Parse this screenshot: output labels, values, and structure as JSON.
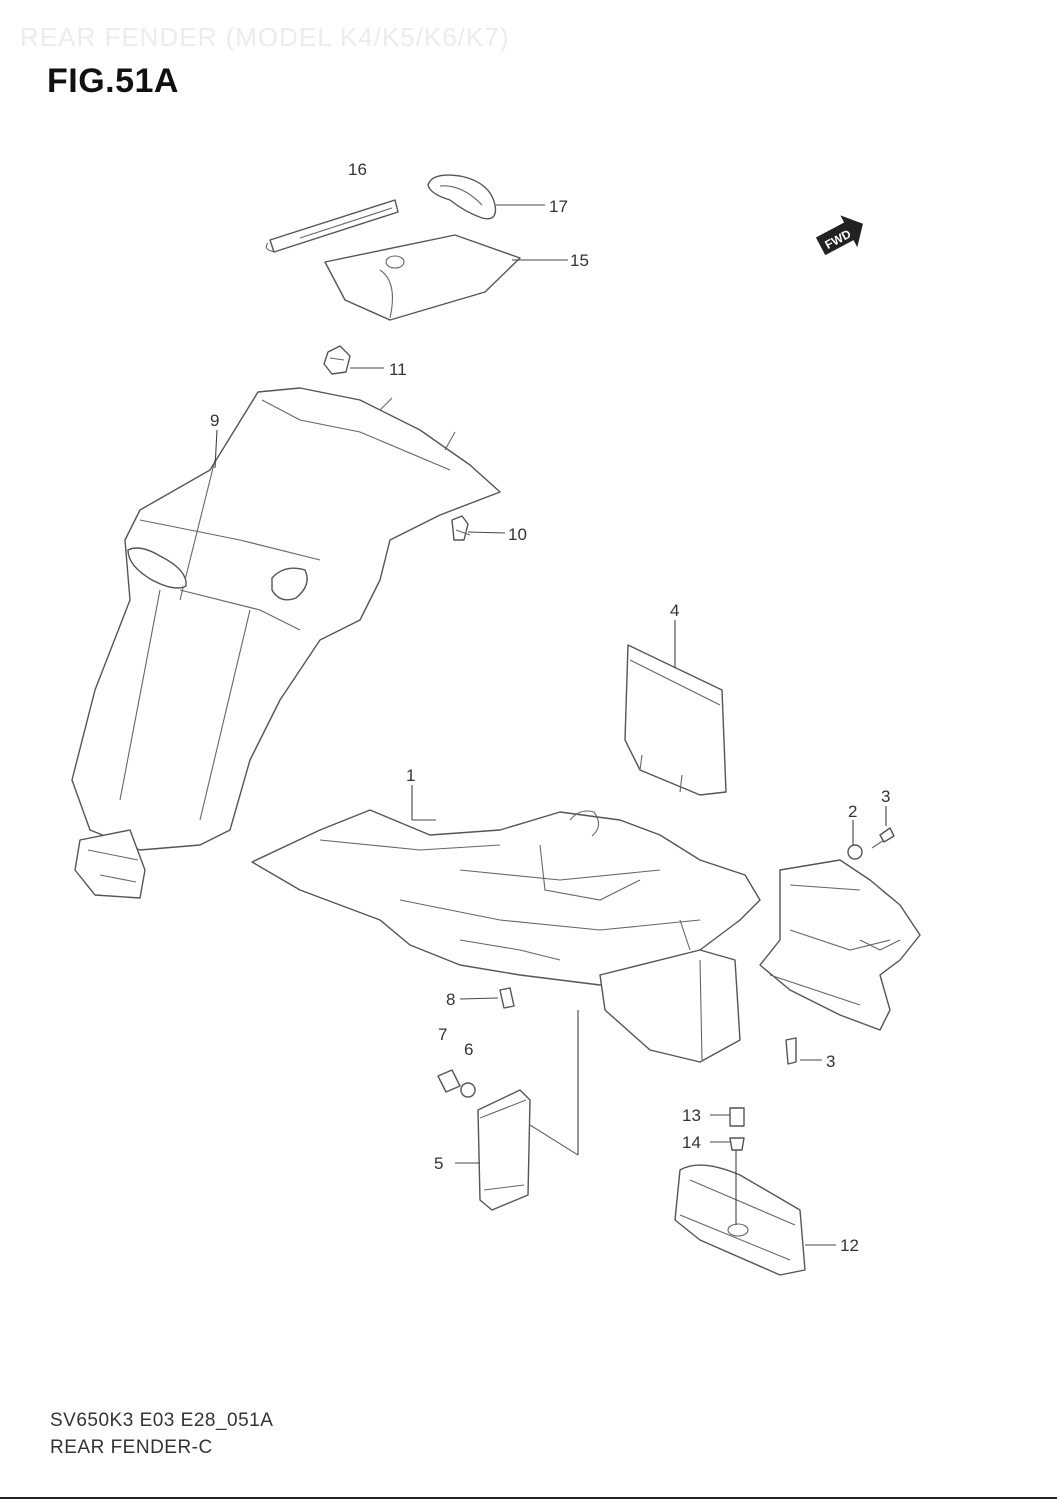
{
  "header": {
    "ghost_title": "REAR FENDER (MODEL K4/K5/K6/K7)",
    "figure_number": "FIG.51A"
  },
  "fwd_badge": "FWD",
  "callouts": [
    {
      "id": "c16",
      "label": "16"
    },
    {
      "id": "c17",
      "label": "17"
    },
    {
      "id": "c15",
      "label": "15"
    },
    {
      "id": "c11",
      "label": "11"
    },
    {
      "id": "c9",
      "label": "9"
    },
    {
      "id": "c10",
      "label": "10"
    },
    {
      "id": "c4",
      "label": "4"
    },
    {
      "id": "c1",
      "label": "1"
    },
    {
      "id": "c2",
      "label": "2"
    },
    {
      "id": "c3a",
      "label": "3"
    },
    {
      "id": "c3b",
      "label": "3"
    },
    {
      "id": "c8",
      "label": "8"
    },
    {
      "id": "c7",
      "label": "7"
    },
    {
      "id": "c6",
      "label": "6"
    },
    {
      "id": "c5",
      "label": "5"
    },
    {
      "id": "c13",
      "label": "13"
    },
    {
      "id": "c14",
      "label": "14"
    },
    {
      "id": "c12",
      "label": "12"
    }
  ],
  "footer": {
    "code": "SV650K3 E03 E28_051A",
    "name": "REAR FENDER-C"
  }
}
